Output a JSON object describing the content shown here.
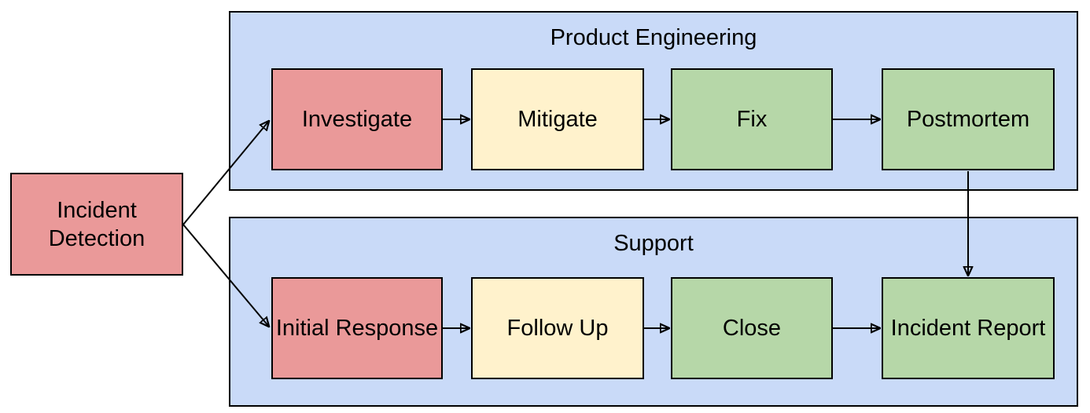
{
  "colors": {
    "red": "#ea9999",
    "yellow": "#fff2cc",
    "green": "#b6d7a8",
    "lane_blue": "#c9daf8",
    "border": "#000000",
    "background": "#ffffff"
  },
  "start_node": {
    "label": "Incident Detection",
    "color": "#ea9999"
  },
  "lanes": [
    {
      "title": "Product Engineering",
      "color": "#c9daf8",
      "nodes": [
        {
          "label": "Investigate",
          "color": "#ea9999"
        },
        {
          "label": "Mitigate",
          "color": "#fff2cc"
        },
        {
          "label": "Fix",
          "color": "#b6d7a8"
        },
        {
          "label": "Postmortem",
          "color": "#b6d7a8"
        }
      ]
    },
    {
      "title": "Support",
      "color": "#c9daf8",
      "nodes": [
        {
          "label": "Initial Response",
          "color": "#ea9999"
        },
        {
          "label": "Follow Up",
          "color": "#fff2cc"
        },
        {
          "label": "Close",
          "color": "#b6d7a8"
        },
        {
          "label": "Incident Report",
          "color": "#b6d7a8"
        }
      ]
    }
  ],
  "connections": [
    {
      "from": "Incident Detection",
      "to": "Investigate"
    },
    {
      "from": "Incident Detection",
      "to": "Initial Response"
    },
    {
      "from": "Investigate",
      "to": "Mitigate"
    },
    {
      "from": "Mitigate",
      "to": "Fix"
    },
    {
      "from": "Fix",
      "to": "Postmortem"
    },
    {
      "from": "Postmortem",
      "to": "Incident Report"
    },
    {
      "from": "Initial Response",
      "to": "Follow Up"
    },
    {
      "from": "Follow Up",
      "to": "Close"
    },
    {
      "from": "Close",
      "to": "Incident Report"
    }
  ]
}
